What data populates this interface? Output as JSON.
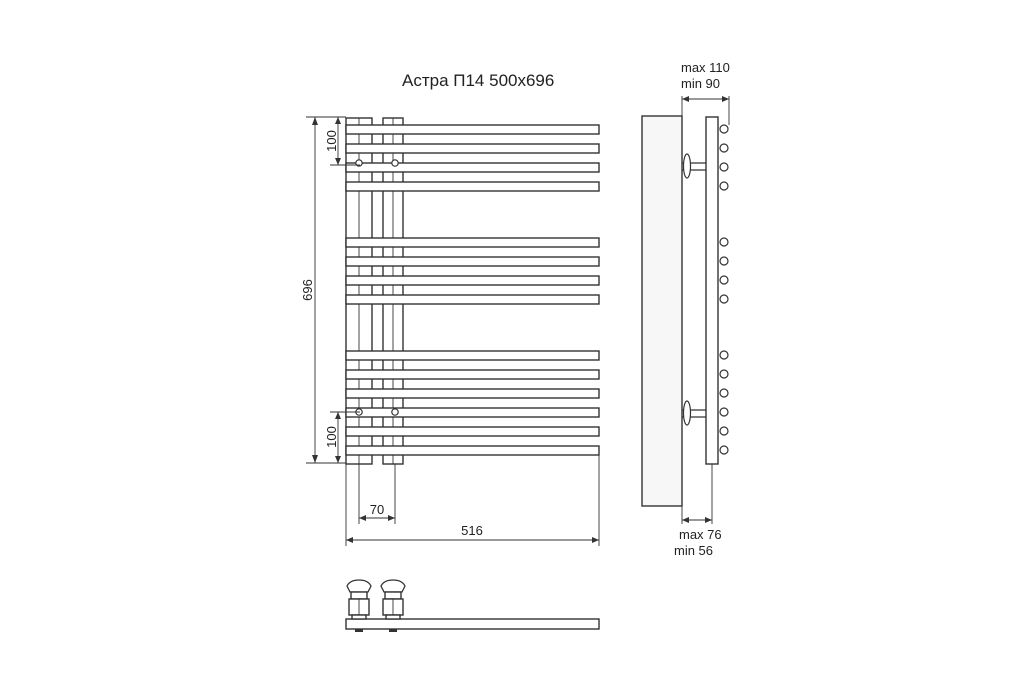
{
  "title": "Астра П14  500x696",
  "dimensions": {
    "height_total": "696",
    "top_spacing": "100",
    "bottom_spacing": "100",
    "axis_spacing": "70",
    "width_total": "516",
    "side_top_max": "max 110",
    "side_top_min": "min 90",
    "side_bottom_max": "max 76",
    "side_bottom_min": "min 56"
  },
  "colors": {
    "line": "#333333",
    "background": "#ffffff"
  }
}
